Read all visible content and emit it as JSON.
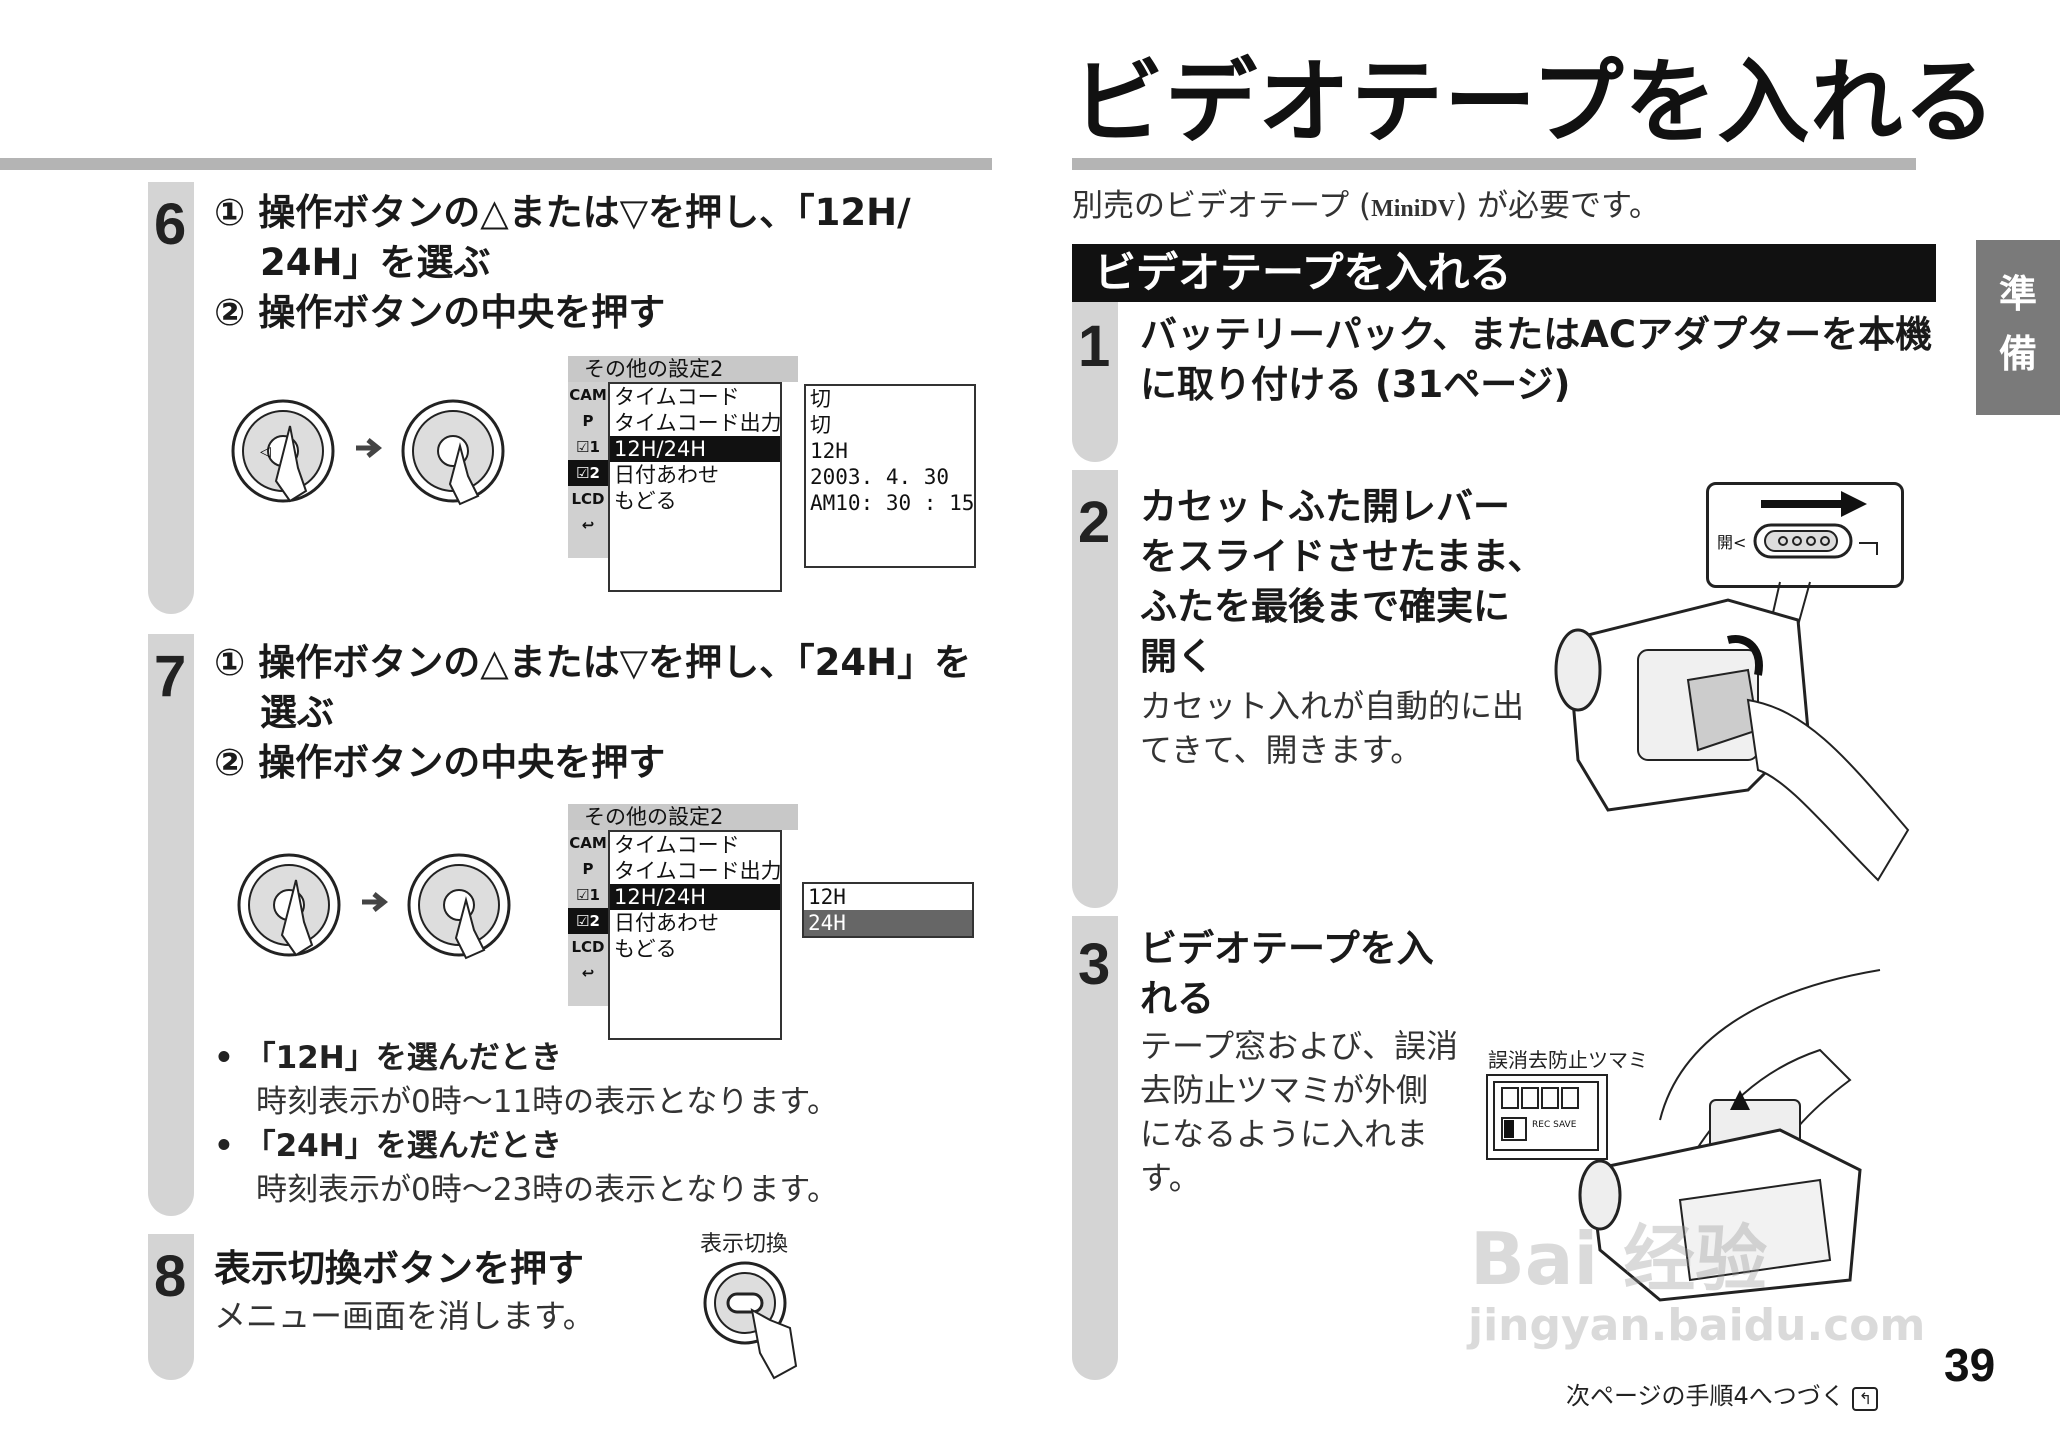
{
  "page": {
    "title": "ビデオテープを入れる",
    "subtitle_pre": "別売のビデオテープ (",
    "subtitle_logo": "MiniDV",
    "subtitle_post": ") が必要です。",
    "section_heading": "ビデオテープを入れる",
    "side_tab": [
      "準",
      "備"
    ],
    "page_number": "39",
    "next_note": "次ページの手順4へつづく"
  },
  "left_steps": {
    "step6": {
      "num": "6",
      "line1": "① 操作ボタンの△または▽を押し、「12H/",
      "line2": "24H」を選ぶ",
      "line3": "② 操作ボタンの中央を押す"
    },
    "step7": {
      "num": "7",
      "line1": "① 操作ボタンの△または▽を押し、「24H」を",
      "line2": "選ぶ",
      "line3": "② 操作ボタンの中央を押す",
      "bullets": [
        {
          "title": "「12H」を選んだとき",
          "text": "時刻表示が0時〜11時の表示となります。"
        },
        {
          "title": "「24H」を選んだとき",
          "text": "時刻表示が0時〜23時の表示となります。"
        }
      ]
    },
    "step8": {
      "num": "8",
      "heading": "表示切換ボタンを押す",
      "body": "メニュー画面を消します。",
      "button_label": "表示切換"
    }
  },
  "menu1": {
    "title": "その他の設定2",
    "icons": [
      "CAM",
      "P",
      "☑1",
      "☑2",
      "LCD",
      "↩"
    ],
    "items": [
      "タイムコード",
      "タイムコード出力",
      "12H/24H",
      "日付あわせ",
      "もどる"
    ],
    "values": [
      "切",
      "切",
      "12H",
      "2003. 4. 30",
      "AM10: 30 : 15"
    ]
  },
  "menu2": {
    "title": "その他の設定2",
    "icons": [
      "CAM",
      "P",
      "☑1",
      "☑2",
      "LCD",
      "↩"
    ],
    "items": [
      "タイムコード",
      "タイムコード出力",
      "12H/24H",
      "日付あわせ",
      "もどる"
    ],
    "options": [
      "12H",
      "24H"
    ]
  },
  "right_steps": {
    "step1": {
      "num": "1",
      "line1": "バッテリーパック、またはACアダプターを本機",
      "line2": "に取り付ける (31ページ)"
    },
    "step2": {
      "num": "2",
      "h1": "カセットふた開レバー",
      "h2": "をスライドさせたまま、",
      "h3": "ふたを最後まで確実に",
      "h4": "開く",
      "b1": "カセット入れが自動的に出",
      "b2": "てきて、開きます。",
      "lever_label": "開<"
    },
    "step3": {
      "num": "3",
      "h1": "ビデオテープを入",
      "h2": "れる",
      "b1": "テープ窓および、誤消",
      "b2": "去防止ツマミが外側",
      "b3": "になるように入れま",
      "b4": "す。",
      "tab_label": "誤消去防止ツマミ",
      "cassette_text": "REC SAVE"
    }
  },
  "watermark": {
    "line1": "Bai 经验",
    "line2": "jingyan.baidu.com"
  }
}
